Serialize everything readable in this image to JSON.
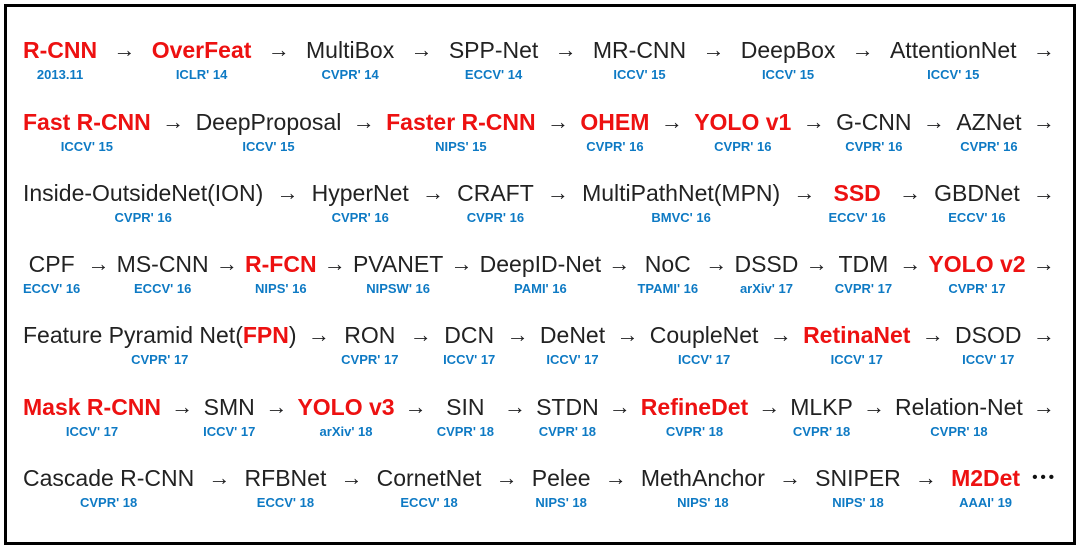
{
  "diagram": {
    "title": "Object detection model timeline",
    "arrow_glyph": "→",
    "dots_glyph": "•••",
    "colors": {
      "highlight_red": "#ed1111",
      "venue_blue": "#0e7ac4",
      "text_black": "#222222",
      "border_black": "#000000",
      "background": "#ffffff"
    },
    "rows": [
      {
        "trail": "arrow",
        "nodes": [
          {
            "name": "R-CNN",
            "red": true,
            "venue": "2013.11"
          },
          {
            "name": "OverFeat",
            "red": true,
            "venue": "ICLR' 14"
          },
          {
            "name": "MultiBox",
            "red": false,
            "venue": "CVPR' 14"
          },
          {
            "name": "SPP-Net",
            "red": false,
            "venue": "ECCV' 14"
          },
          {
            "name": "MR-CNN",
            "red": false,
            "venue": "ICCV' 15"
          },
          {
            "name": "DeepBox",
            "red": false,
            "venue": "ICCV' 15"
          },
          {
            "name": "AttentionNet",
            "red": false,
            "venue": "ICCV' 15"
          }
        ]
      },
      {
        "trail": "arrow",
        "nodes": [
          {
            "name": "Fast R-CNN",
            "red": true,
            "venue": "ICCV' 15"
          },
          {
            "name": "DeepProposal",
            "red": false,
            "venue": "ICCV' 15"
          },
          {
            "name": "Faster R-CNN",
            "red": true,
            "venue": "NIPS' 15"
          },
          {
            "name": "OHEM",
            "red": true,
            "venue": "CVPR' 16"
          },
          {
            "name": "YOLO v1",
            "red": true,
            "venue": "CVPR' 16"
          },
          {
            "name": "G-CNN",
            "red": false,
            "venue": "CVPR' 16"
          },
          {
            "name": "AZNet",
            "red": false,
            "venue": "CVPR' 16"
          }
        ]
      },
      {
        "trail": "arrow",
        "nodes": [
          {
            "name": "Inside-OutsideNet(ION)",
            "red": false,
            "venue": "CVPR' 16"
          },
          {
            "name": "HyperNet",
            "red": false,
            "venue": "CVPR' 16"
          },
          {
            "name": "CRAFT",
            "red": false,
            "venue": "CVPR' 16"
          },
          {
            "name": "MultiPathNet(MPN)",
            "red": false,
            "venue": "BMVC' 16"
          },
          {
            "name": "SSD",
            "red": true,
            "venue": "ECCV' 16"
          },
          {
            "name": "GBDNet",
            "red": false,
            "venue": "ECCV' 16"
          }
        ]
      },
      {
        "trail": "arrow",
        "nodes": [
          {
            "name": "CPF",
            "red": false,
            "venue": "ECCV' 16"
          },
          {
            "name": "MS-CNN",
            "red": false,
            "venue": "ECCV' 16"
          },
          {
            "name": "R-FCN",
            "red": true,
            "venue": "NIPS' 16"
          },
          {
            "name": "PVANET",
            "red": false,
            "venue": "NIPSW' 16"
          },
          {
            "name": "DeepID-Net",
            "red": false,
            "venue": "PAMI' 16"
          },
          {
            "name": "NoC",
            "red": false,
            "venue": "TPAMI' 16"
          },
          {
            "name": "DSSD",
            "red": false,
            "venue": "arXiv' 17"
          },
          {
            "name": "TDM",
            "red": false,
            "venue": "CVPR' 17"
          },
          {
            "name": "YOLO v2",
            "red": true,
            "venue": "CVPR' 17"
          }
        ]
      },
      {
        "trail": "arrow",
        "nodes": [
          {
            "segments": [
              {
                "t": "Feature Pyramid Net(",
                "red": false
              },
              {
                "t": "FPN",
                "red": true
              },
              {
                "t": ")",
                "red": false
              }
            ],
            "venue": "CVPR' 17"
          },
          {
            "name": "RON",
            "red": false,
            "venue": "CVPR' 17"
          },
          {
            "name": "DCN",
            "red": false,
            "venue": "ICCV' 17"
          },
          {
            "name": "DeNet",
            "red": false,
            "venue": "ICCV' 17"
          },
          {
            "name": "CoupleNet",
            "red": false,
            "venue": "ICCV' 17"
          },
          {
            "name": "RetinaNet",
            "red": true,
            "venue": "ICCV' 17"
          },
          {
            "name": "DSOD",
            "red": false,
            "venue": "ICCV' 17"
          }
        ]
      },
      {
        "trail": "arrow",
        "nodes": [
          {
            "name": "Mask R-CNN",
            "red": true,
            "venue": "ICCV' 17"
          },
          {
            "name": "SMN",
            "red": false,
            "venue": "ICCV' 17"
          },
          {
            "name": "YOLO v3",
            "red": true,
            "venue": "arXiv' 18"
          },
          {
            "name": "SIN",
            "red": false,
            "venue": "CVPR' 18"
          },
          {
            "name": "STDN",
            "red": false,
            "venue": "CVPR' 18"
          },
          {
            "name": "RefineDet",
            "red": true,
            "venue": "CVPR' 18"
          },
          {
            "name": "MLKP",
            "red": false,
            "venue": "CVPR' 18"
          },
          {
            "name": "Relation-Net",
            "red": false,
            "venue": "CVPR' 18"
          }
        ]
      },
      {
        "trail": "dots",
        "nodes": [
          {
            "name": "Cascade R-CNN",
            "red": false,
            "venue": "CVPR' 18"
          },
          {
            "name": "RFBNet",
            "red": false,
            "venue": "ECCV' 18"
          },
          {
            "name": "CornetNet",
            "red": false,
            "venue": "ECCV' 18"
          },
          {
            "name": "Pelee",
            "red": false,
            "venue": "NIPS' 18"
          },
          {
            "name": "MethAnchor",
            "red": false,
            "venue": "NIPS' 18"
          },
          {
            "name": "SNIPER",
            "red": false,
            "venue": "NIPS' 18"
          },
          {
            "name": "M2Det",
            "red": true,
            "venue": "AAAI' 19"
          }
        ]
      }
    ]
  }
}
